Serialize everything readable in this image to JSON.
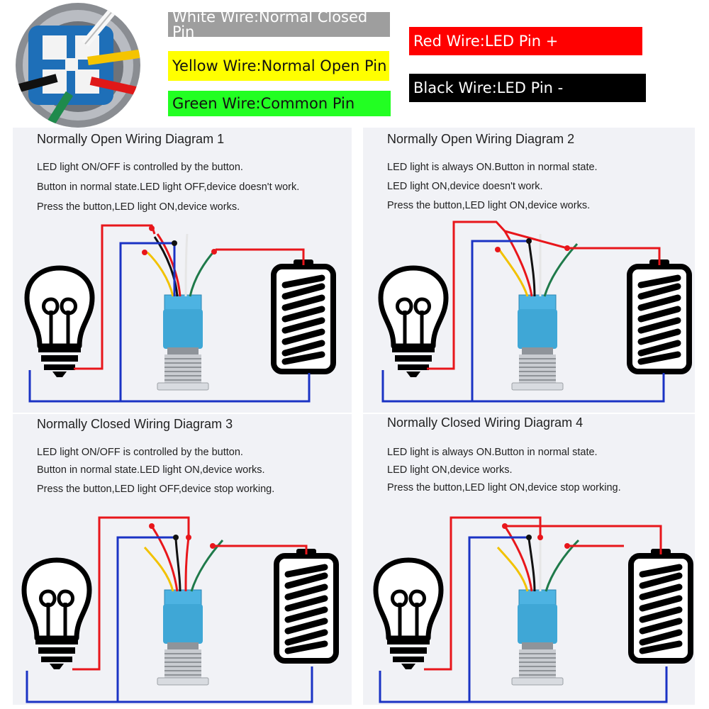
{
  "legend": {
    "white": "White Wire:Normal Closed Pin",
    "yellow": "Yellow Wire:Normal Open Pin",
    "green": "Green Wire:Common Pin",
    "red": "Red Wire:LED Pin +",
    "black": "Black Wire:LED Pin -"
  },
  "colors": {
    "red_wire": "#e8161b",
    "blue_wire": "#1a33c4",
    "yellow_wire": "#f2c200",
    "green_wire": "#1f7a4a",
    "black_wire": "#111111",
    "white_wire": "#e6e6e6",
    "connector": "#3fa7d6",
    "panel_bg": "#f1f2f6"
  },
  "icons": [
    "pin-connector-photo-icon",
    "light-bulb-icon",
    "battery-icon",
    "push-button-switch-icon"
  ],
  "diagrams": [
    {
      "title": "Normally Open Wiring Diagram 1",
      "lines": [
        "LED light ON/OFF is controlled by the button.",
        "Button in normal state.LED light OFF,device doesn't work.",
        "Press the button,LED light ON,device works."
      ]
    },
    {
      "title": "Normally Open Wiring Diagram 2",
      "lines": [
        "LED light is always ON.Button in normal state.",
        "LED light ON,device doesn't work.",
        "Press the button,LED light ON,device works."
      ]
    },
    {
      "title": "Normally Closed Wiring Diagram 3",
      "lines": [
        "LED light ON/OFF is controlled by the button.",
        "Button in normal state.LED light ON,device works.",
        "Press the button,LED light OFF,device stop working."
      ]
    },
    {
      "title": "Normally Closed Wiring Diagram 4",
      "lines": [
        "LED light is always ON.Button in normal state.",
        "LED light ON,device works.",
        "Press the button,LED light ON,device stop working."
      ]
    }
  ]
}
